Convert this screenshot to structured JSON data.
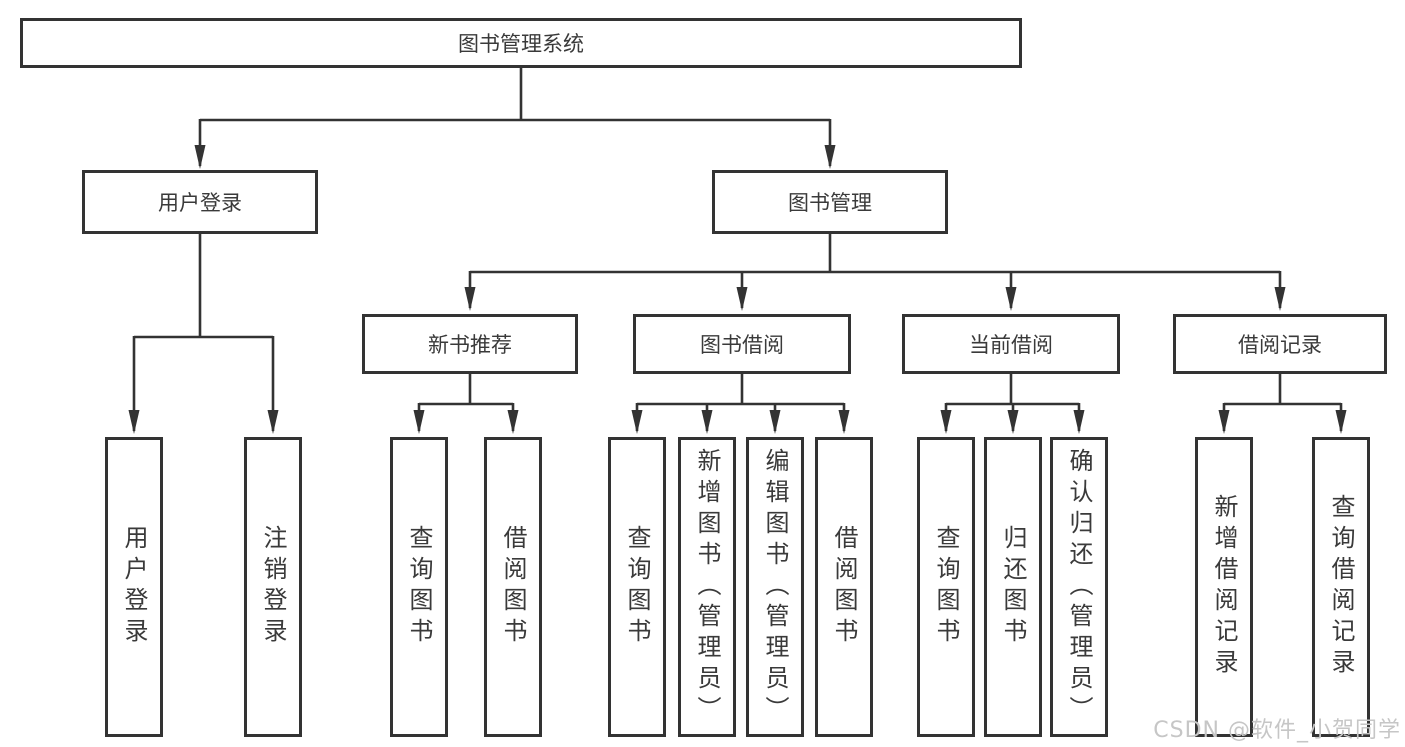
{
  "nodes": {
    "root": {
      "label": "图书管理系统"
    },
    "user_login": {
      "label": "用户登录"
    },
    "book_mgmt": {
      "label": "图书管理"
    },
    "new_book_rec": {
      "label": "新书推荐"
    },
    "book_borrow": {
      "label": "图书借阅"
    },
    "current_borrow": {
      "label": "当前借阅"
    },
    "borrow_records": {
      "label": "借阅记录"
    },
    "leaf_user_login": {
      "label": "用户登录"
    },
    "leaf_logout": {
      "label": "注销登录"
    },
    "leaf_query_books_rec": {
      "label": "查询图书"
    },
    "leaf_borrow_books_rec": {
      "label": "借阅图书"
    },
    "leaf_query_books_borrow": {
      "label": "查询图书"
    },
    "leaf_add_book_admin": {
      "label": "新增图书（管理员）"
    },
    "leaf_edit_book_admin": {
      "label": "编辑图书（管理员）"
    },
    "leaf_borrow_books_borrow": {
      "label": "借阅图书"
    },
    "leaf_query_books_current": {
      "label": "查询图书"
    },
    "leaf_return_book": {
      "label": "归还图书"
    },
    "leaf_confirm_return_admin": {
      "label": "确认归还（管理员）"
    },
    "leaf_add_borrow_record": {
      "label": "新增借阅记录"
    },
    "leaf_query_borrow_record": {
      "label": "查询借阅记录"
    }
  },
  "watermark": {
    "text": "CSDN @软件_小贺同学"
  },
  "colors": {
    "line": "#333333",
    "box_border": "#333333",
    "box_background": "#ffffff",
    "text": "#3a3a3a",
    "watermark": "#c6c6c6"
  }
}
